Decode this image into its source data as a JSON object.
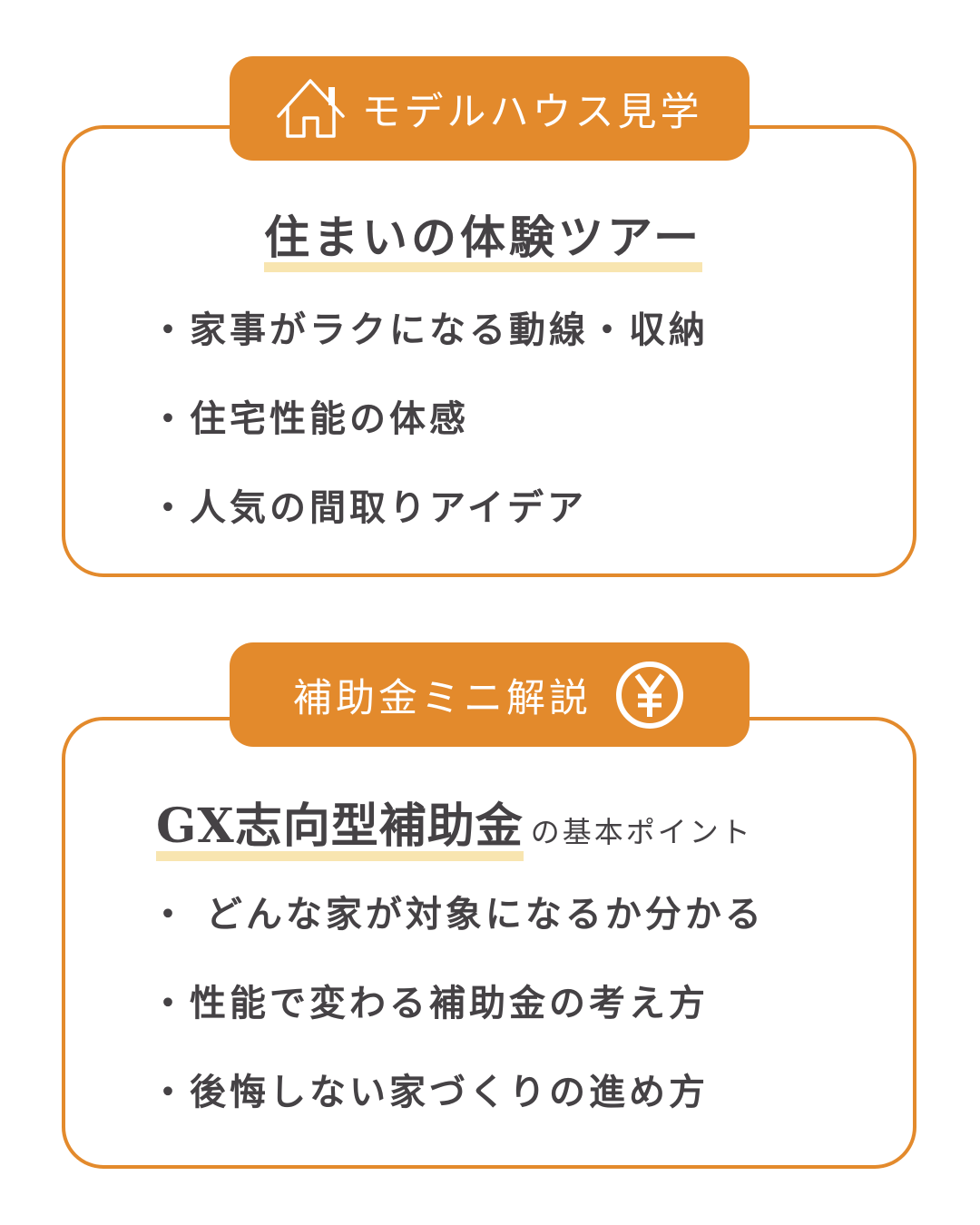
{
  "colors": {
    "accent": "#e38a2c",
    "highlight": "#f8e5b0",
    "text": "#454245",
    "background": "#ffffff"
  },
  "section1": {
    "tab_label": "モデルハウス見学",
    "tab_icon": "house-icon",
    "heading": "住まいの体験ツアー",
    "bullets": [
      "・家事がラクになる動線・収納",
      "・住宅性能の体感",
      "・人気の間取りアイデア"
    ]
  },
  "section2": {
    "tab_label": "補助金ミニ解説",
    "tab_icon": "yen-icon",
    "heading": "GX志向型補助金",
    "heading_suffix": "の基本ポイント",
    "bullets": [
      "・ どんな家が対象になるか分かる",
      "・性能で変わる補助金の考え方",
      "・後悔しない家づくりの進め方"
    ]
  }
}
